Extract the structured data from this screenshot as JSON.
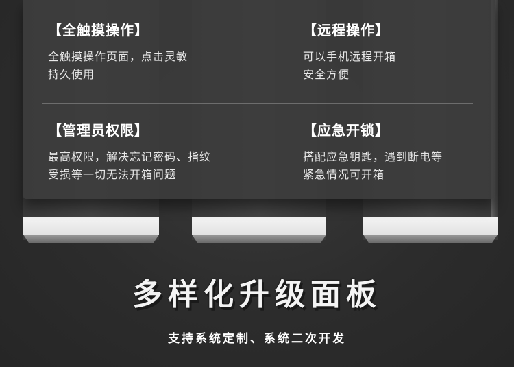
{
  "features": [
    {
      "title": "【全触摸操作】",
      "desc_lines": [
        "全触摸操作页面，点击灵敏",
        "持久使用"
      ]
    },
    {
      "title": "【远程操作】",
      "desc_lines": [
        "可以手机远程开箱",
        "安全方便"
      ]
    },
    {
      "title": "【管理员权限】",
      "desc_lines": [
        "最高权限，解决忘记密码、指纹",
        "受损等一切无法开箱问题"
      ]
    },
    {
      "title": "【应急开锁】",
      "desc_lines": [
        "搭配应急钥匙，遇到断电等",
        "紧急情况可开箱"
      ]
    }
  ],
  "heading": "多样化升级面板",
  "subheading": "支持系统定制、系统二次开发",
  "colors": {
    "background": "#2f2f2f",
    "text": "#ffffff",
    "panel_face": "#f0f0f0"
  }
}
